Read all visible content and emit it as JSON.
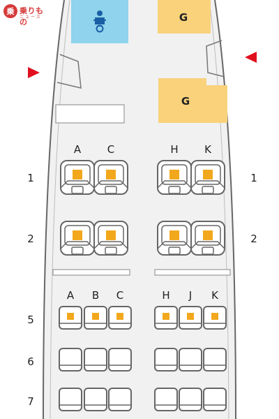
{
  "branding": {
    "logo_text": "乗りもの",
    "logo_sub": "ニュース"
  },
  "facilities": {
    "galley_label": "G",
    "baby_icon": "baby-changing-icon"
  },
  "cabin": {
    "front": {
      "left_columns": [
        "A",
        "C"
      ],
      "right_columns": [
        "H",
        "K"
      ],
      "rows": [
        "1",
        "2"
      ]
    },
    "rear": {
      "left_columns": [
        "A",
        "B",
        "C"
      ],
      "right_columns": [
        "H",
        "J",
        "K"
      ],
      "rows": [
        "5",
        "6",
        "7"
      ],
      "highlighted_rows": [
        "5"
      ]
    }
  },
  "colors": {
    "galley": "#f9d27b",
    "lavatory": "#8fd3ec",
    "seat_highlight": "#f2a81d",
    "exit_arrow": "#e0101e",
    "fuselage": "#f1f1f1",
    "outline": "#666666"
  }
}
